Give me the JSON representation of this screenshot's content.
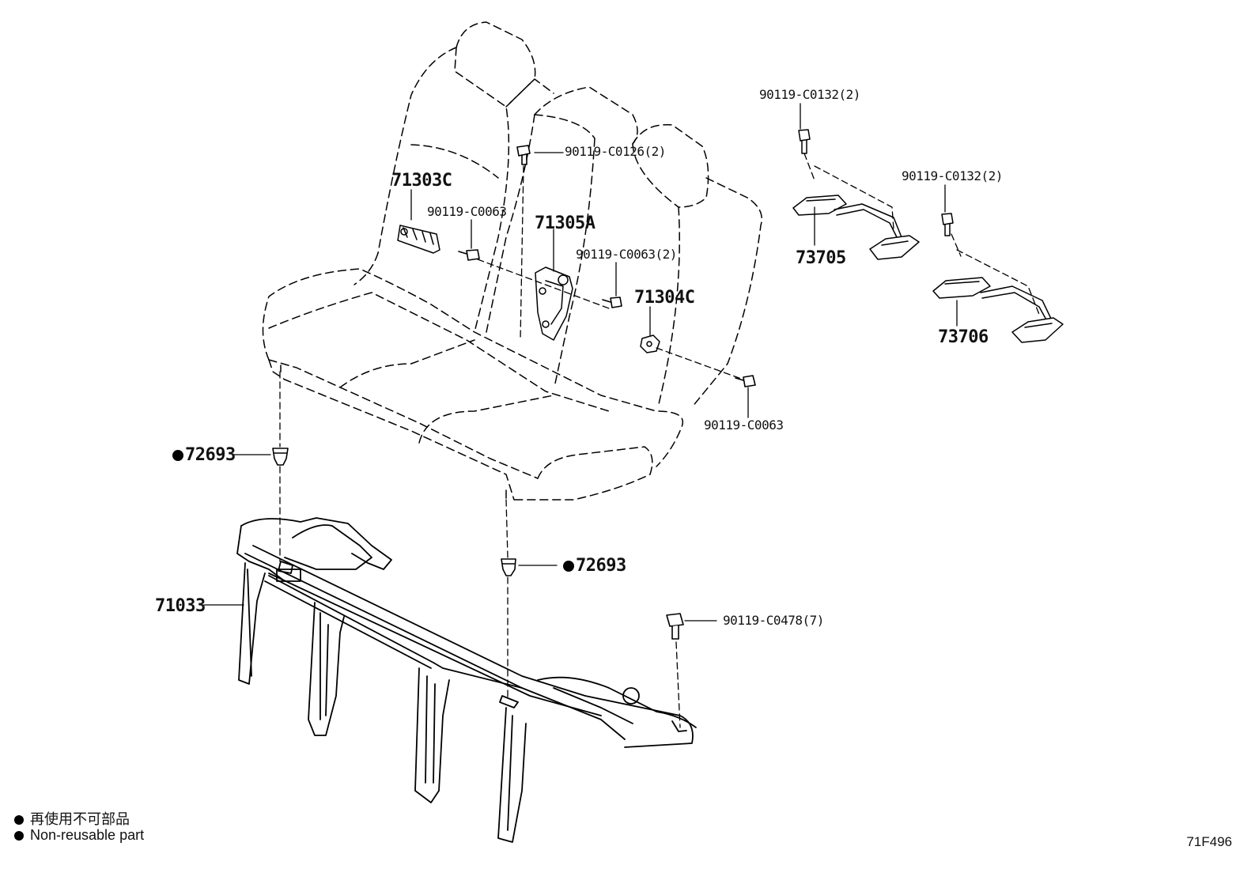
{
  "parts": {
    "p71303C": "71303C",
    "p90119_C0063_a": "90119-C0063",
    "p90119_C0126": "90119-C0126(2)",
    "p71305A": "71305A",
    "p90119_C0063_2": "90119-C0063(2)",
    "p71304C": "71304C",
    "p90119_C0063_b": "90119-C0063",
    "p90119_C0132_a": "90119-C0132(2)",
    "p73705": "73705",
    "p90119_C0132_b": "90119-C0132(2)",
    "p73706": "73706",
    "p72693_left": "72693",
    "p72693_mid": "72693",
    "p71033": "71033",
    "p90119_C0478": "90119-C0478(7)"
  },
  "legend": {
    "line1": "再使用不可部品",
    "line2": "Non-reusable part"
  },
  "diagram_code": "71F496"
}
